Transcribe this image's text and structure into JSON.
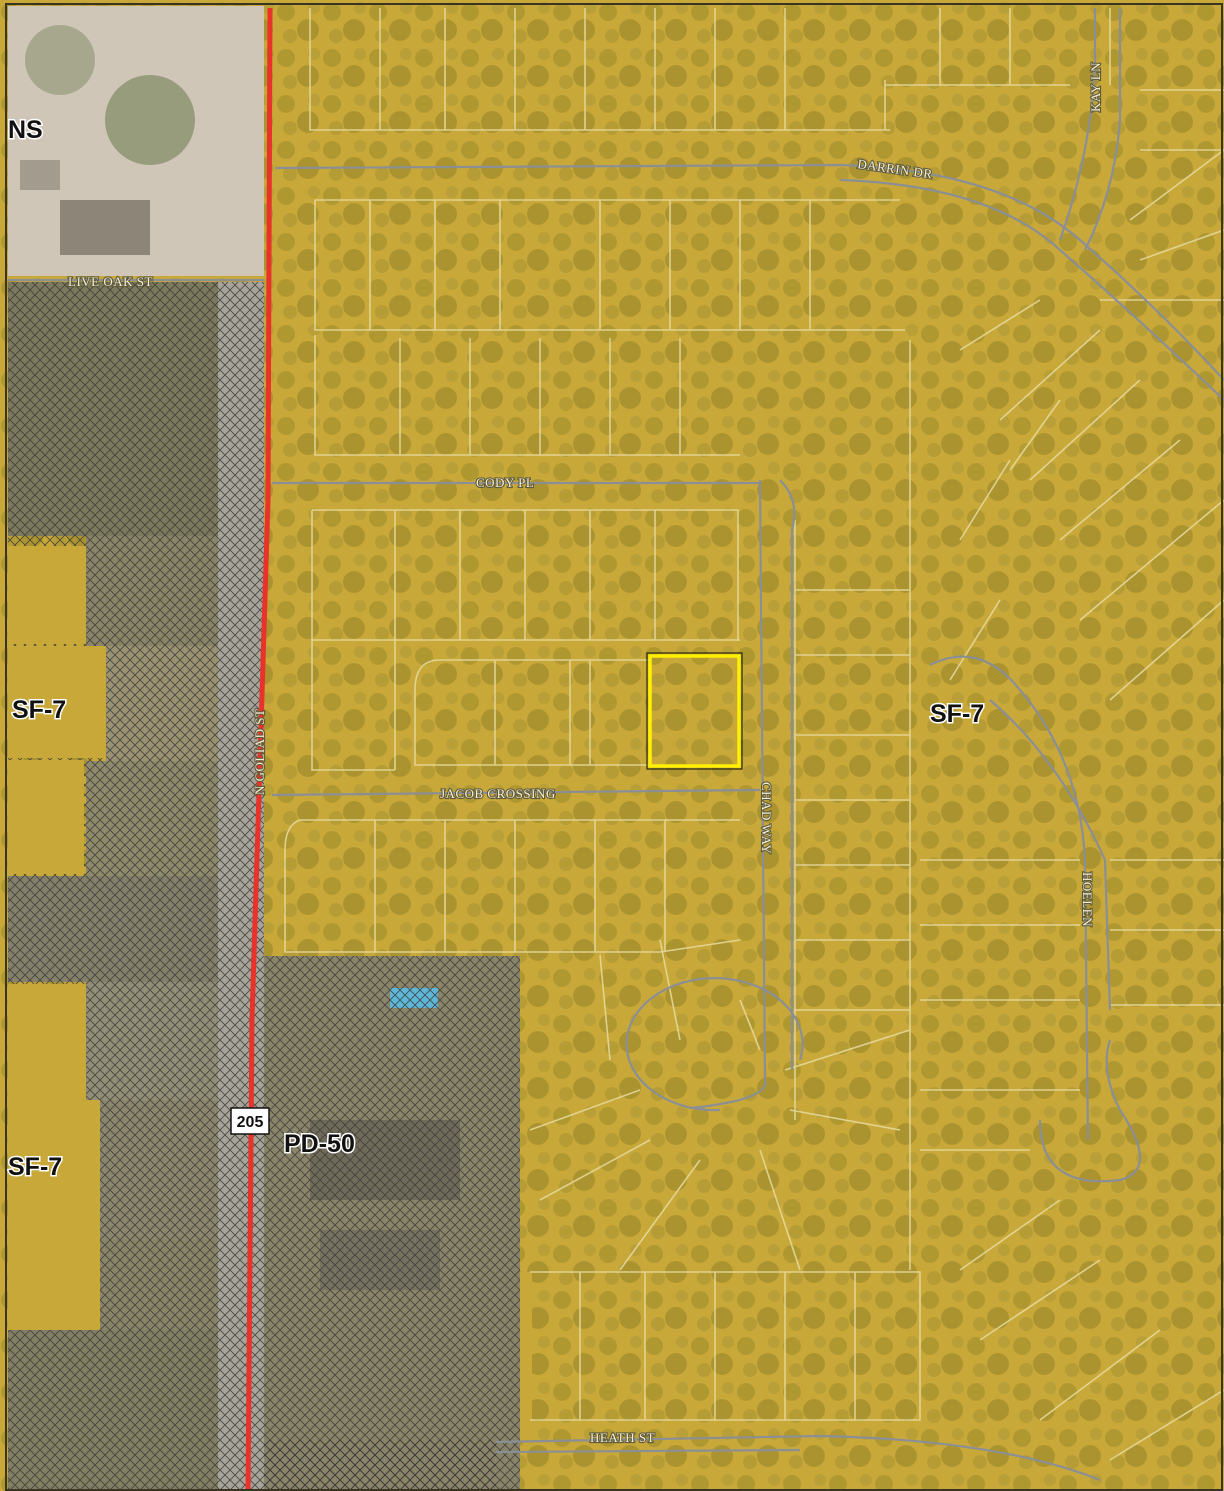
{
  "map": {
    "streets": {
      "live_oak": "LIVE OAK ST",
      "n_goliad": "N GOLIAD ST",
      "darrin": "DARRIN DR",
      "kay": "KAY LN",
      "cody": "CODY PL",
      "jacob": "JACOB CROSSING",
      "chad": "CHAD WAY",
      "hoelen": "HOELEN",
      "heath": "HEATH ST"
    },
    "zones": {
      "ns_fragment": "NS",
      "sf7_left_upper": "SF-7",
      "sf7_left_lower": "SF-7",
      "sf7_right": "SF-7",
      "pd50": "PD-50"
    },
    "highway_shield": "205",
    "colors": {
      "zone_overlay": "#c9a83a",
      "lot_line": "#e4d89a",
      "road_line": "#8a8f96",
      "highway_line": "#e8322a",
      "subject_parcel": "#fff000"
    }
  }
}
